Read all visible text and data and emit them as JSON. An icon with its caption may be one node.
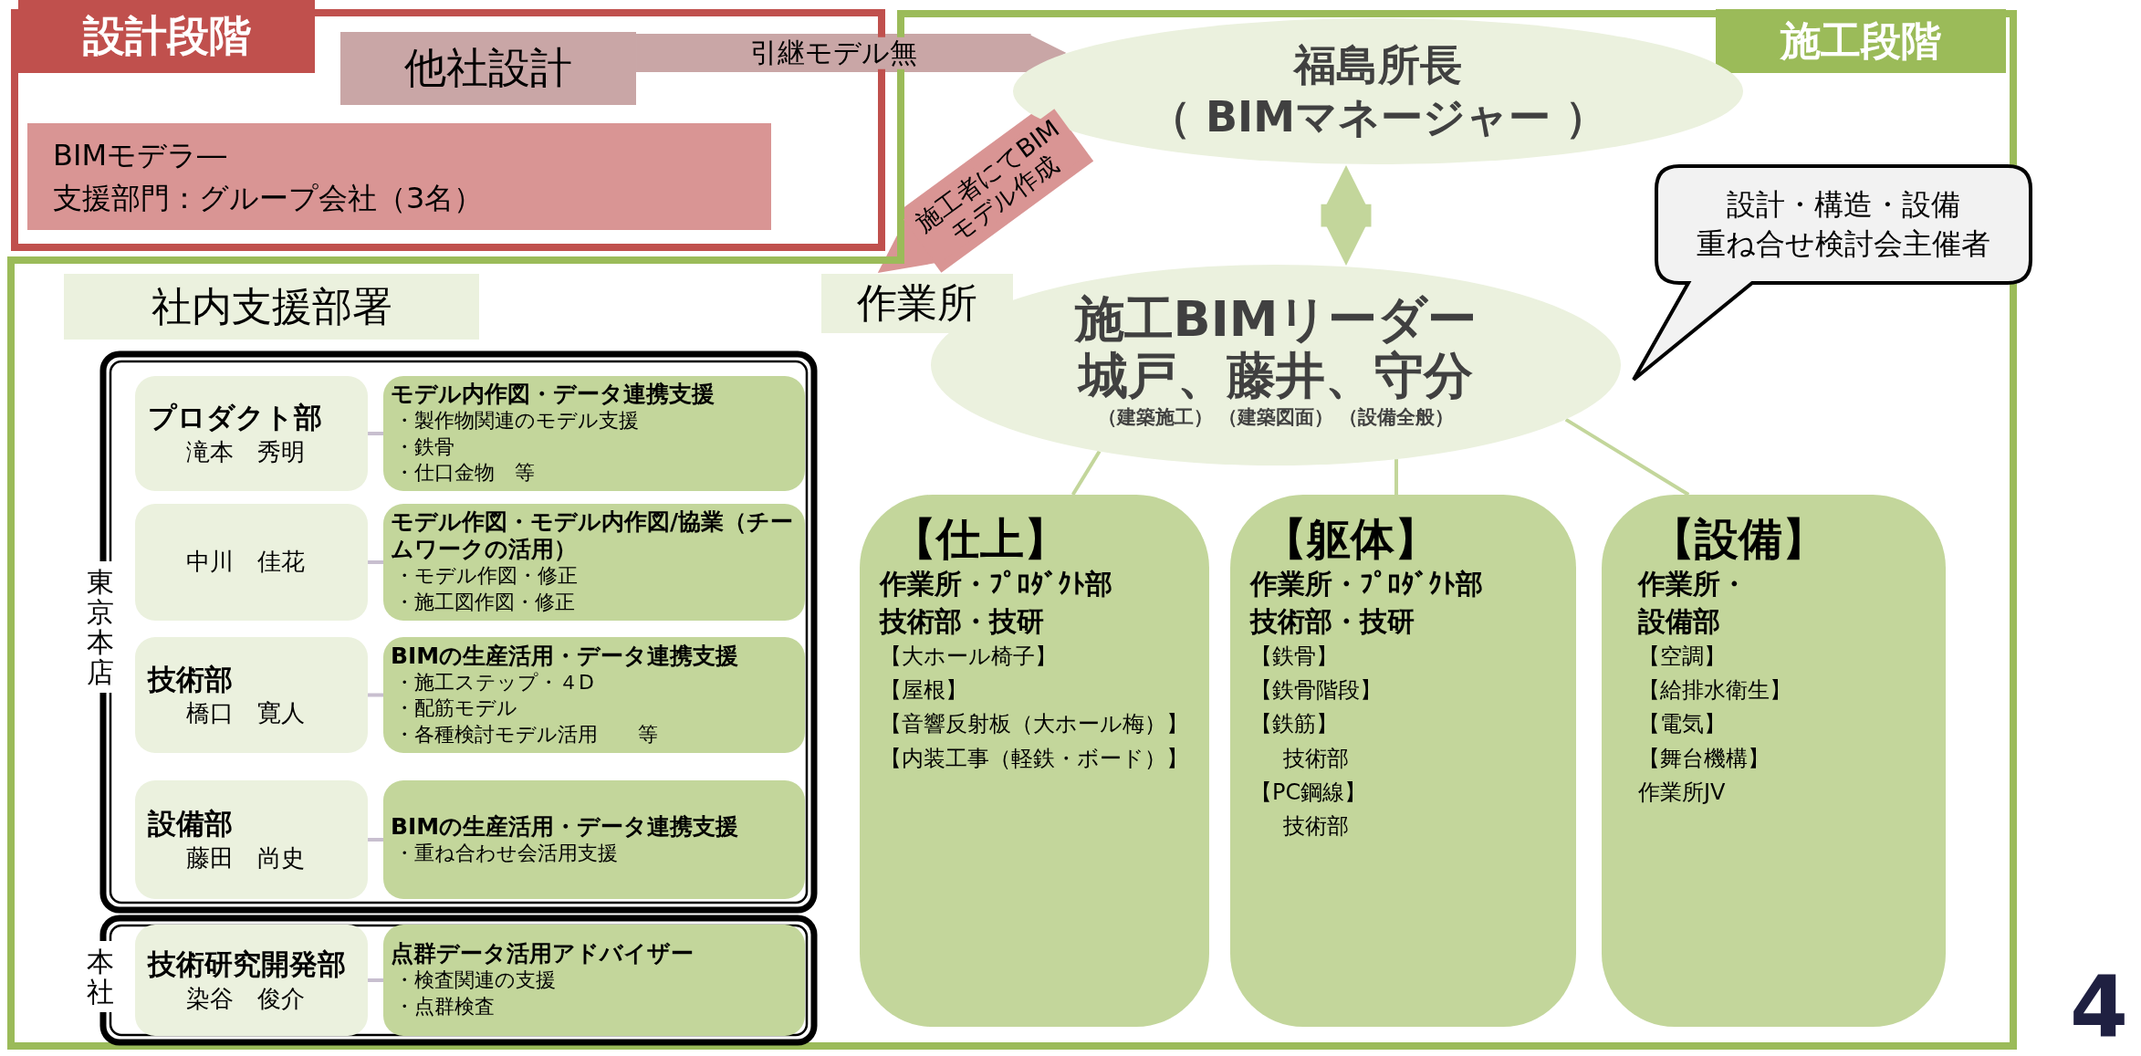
{
  "diagram": {
    "nodes": [
      {
        "text": [
          "設計段階"
        ]
      },
      {
        "text": [
          "他社設計"
        ],
        "in": 0
      },
      {
        "text": [
          "BIMモデラ―",
          "支援部門：グループ会社（3名）"
        ],
        "in": 0
      },
      {
        "text": [
          "施工段階"
        ]
      },
      {
        "text": [
          "福島所長",
          "（ BIMマネージャー ）"
        ],
        "in": 3
      },
      {
        "text": [
          "施工BIMリーダー",
          "城戸、藤井、守分",
          "（建築施工）",
          "（建築図面）",
          "（設備全般）"
        ],
        "in": 3
      },
      {
        "text": [
          "設計・構造・設備",
          "重ね合せ検討会主催者"
        ],
        "in": 3
      },
      {
        "text": [
          "社内支援部署"
        ],
        "in": 3
      },
      {
        "text": [
          "作業所"
        ],
        "in": 3
      },
      {
        "text": [
          "東京本店"
        ],
        "in": 3
      },
      {
        "text": [
          "プロダクト部",
          "滝本　秀明"
        ],
        "in": 9
      },
      {
        "text": [
          "モデル内作図・データ連携支援",
          "・製作物関連のモデル支援",
          "・鉄骨",
          "・仕口金物　等"
        ],
        "in": 9
      },
      {
        "text": [
          "中川　佳花"
        ],
        "in": 9
      },
      {
        "text": [
          "モデル作図・モデル内作図/協業（チームワークの活用）",
          "・モデル作図・修正",
          "・施工図作図・修正"
        ],
        "in": 9
      },
      {
        "text": [
          "技術部",
          "橋口　寛人"
        ],
        "in": 9
      },
      {
        "text": [
          "BIMの生産活用・データ連携支援",
          "・施工ステップ・４D",
          "・配筋モデル",
          "・各種検討モデル活用　　等"
        ],
        "in": 9
      },
      {
        "text": [
          "設備部",
          "藤田　尚史"
        ],
        "in": 9
      },
      {
        "text": [
          "BIMの生産活用・データ連携支援",
          "・重ね合わせ会活用支援"
        ],
        "in": 9
      },
      {
        "text": [
          "本社"
        ],
        "in": 3
      },
      {
        "text": [
          "技術研究開発部",
          "染谷　俊介"
        ],
        "in": 18
      },
      {
        "text": [
          "点群データ活用アドバイザー",
          "・検査関連の支援",
          "・点群検査"
        ],
        "in": 18
      },
      {
        "text": [
          "【仕上】",
          "作業所・ﾌﾟﾛﾀﾞｸﾄ部",
          "技術部・技研",
          "【大ホール椅子】",
          "【屋根】",
          "【音響反射板（大ホール梅）】",
          "【内装工事（軽鉄・ボード）】"
        ],
        "in": 3
      },
      {
        "text": [
          "【躯体】",
          "作業所・ﾌﾟﾛﾀﾞｸﾄ部",
          "技術部・技研",
          "【鉄骨】",
          "【鉄骨階段】",
          "【鉄筋】",
          "技術部",
          "【PC鋼線】",
          "技術部"
        ],
        "in": 3
      },
      {
        "text": [
          "【設備】",
          "作業所・",
          "設備部",
          "【空調】",
          "【給排水衛生】",
          "【電気】",
          "【舞台機構】",
          "作業所JV"
        ],
        "in": 3
      }
    ],
    "edges": [
      {
        "from": 1,
        "to": 4,
        "arrow": "to",
        "label": "引継モデル無",
        "style": "thick",
        "color": "#c9a6a6"
      },
      {
        "from": 4,
        "to": 8,
        "arrow": "to",
        "label": "施工者にてBIMモデル作成",
        "style": "thick",
        "color": "#d99594"
      },
      {
        "from": 4,
        "to": 5,
        "arrow": "both",
        "style": "thick",
        "color": "#c3d69b"
      },
      {
        "from": 5,
        "to": 21,
        "arrow": "none",
        "color": "#c3d69b"
      },
      {
        "from": 5,
        "to": 22,
        "arrow": "none",
        "color": "#c3d69b"
      },
      {
        "from": 5,
        "to": 23,
        "arrow": "none",
        "color": "#c3d69b"
      },
      {
        "from": 10,
        "to": 11,
        "arrow": "none"
      },
      {
        "from": 12,
        "to": 13,
        "arrow": "none"
      },
      {
        "from": 14,
        "to": 15,
        "arrow": "none"
      },
      {
        "from": 16,
        "to": 17,
        "arrow": "none"
      },
      {
        "from": 19,
        "to": 20,
        "arrow": "none"
      }
    ],
    "labels": [
      "4"
    ]
  }
}
